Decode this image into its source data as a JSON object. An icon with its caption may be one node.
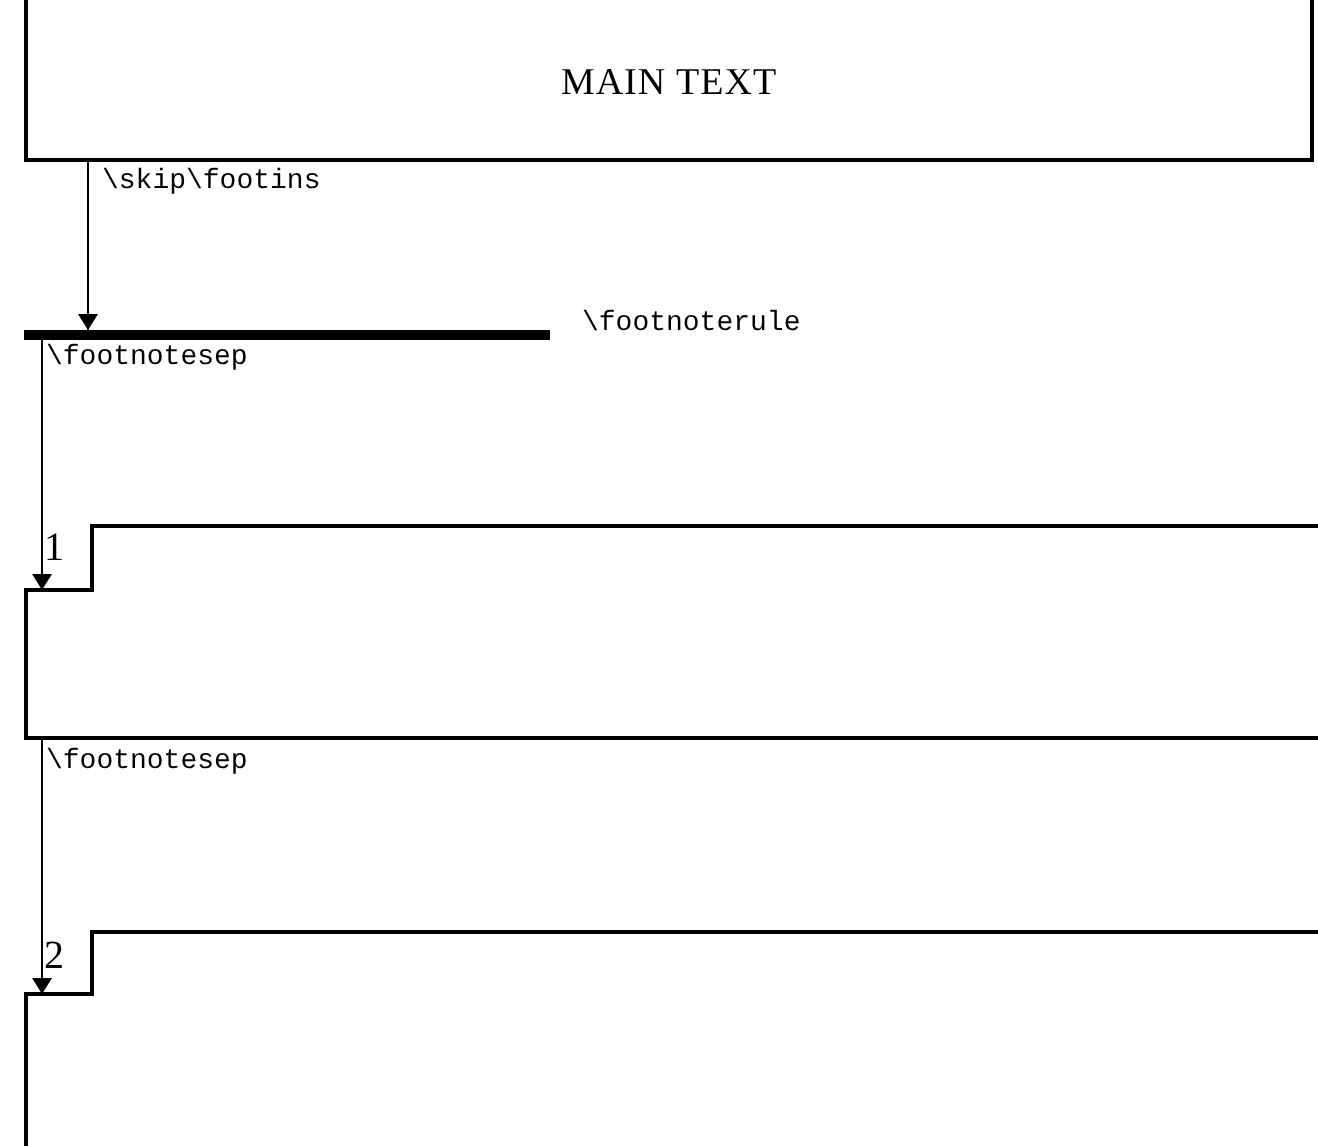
{
  "diagram": {
    "nodes": [
      {
        "text": [
          "MAIN TEXT"
        ]
      },
      {
        "text": [],
        "shape": "bar",
        "beside": [
          "\\footnoterule"
        ]
      },
      {
        "text": [
          "1"
        ]
      },
      {
        "text": [
          "2"
        ]
      }
    ],
    "edges": [
      {
        "from": 0,
        "to": 1,
        "arrow": "to",
        "label": "\\skip\\footins"
      },
      {
        "from": 1,
        "to": 2,
        "arrow": "to",
        "label": "\\footnotesep"
      },
      {
        "from": 2,
        "to": 3,
        "arrow": "to",
        "label": "\\footnotesep"
      }
    ]
  }
}
